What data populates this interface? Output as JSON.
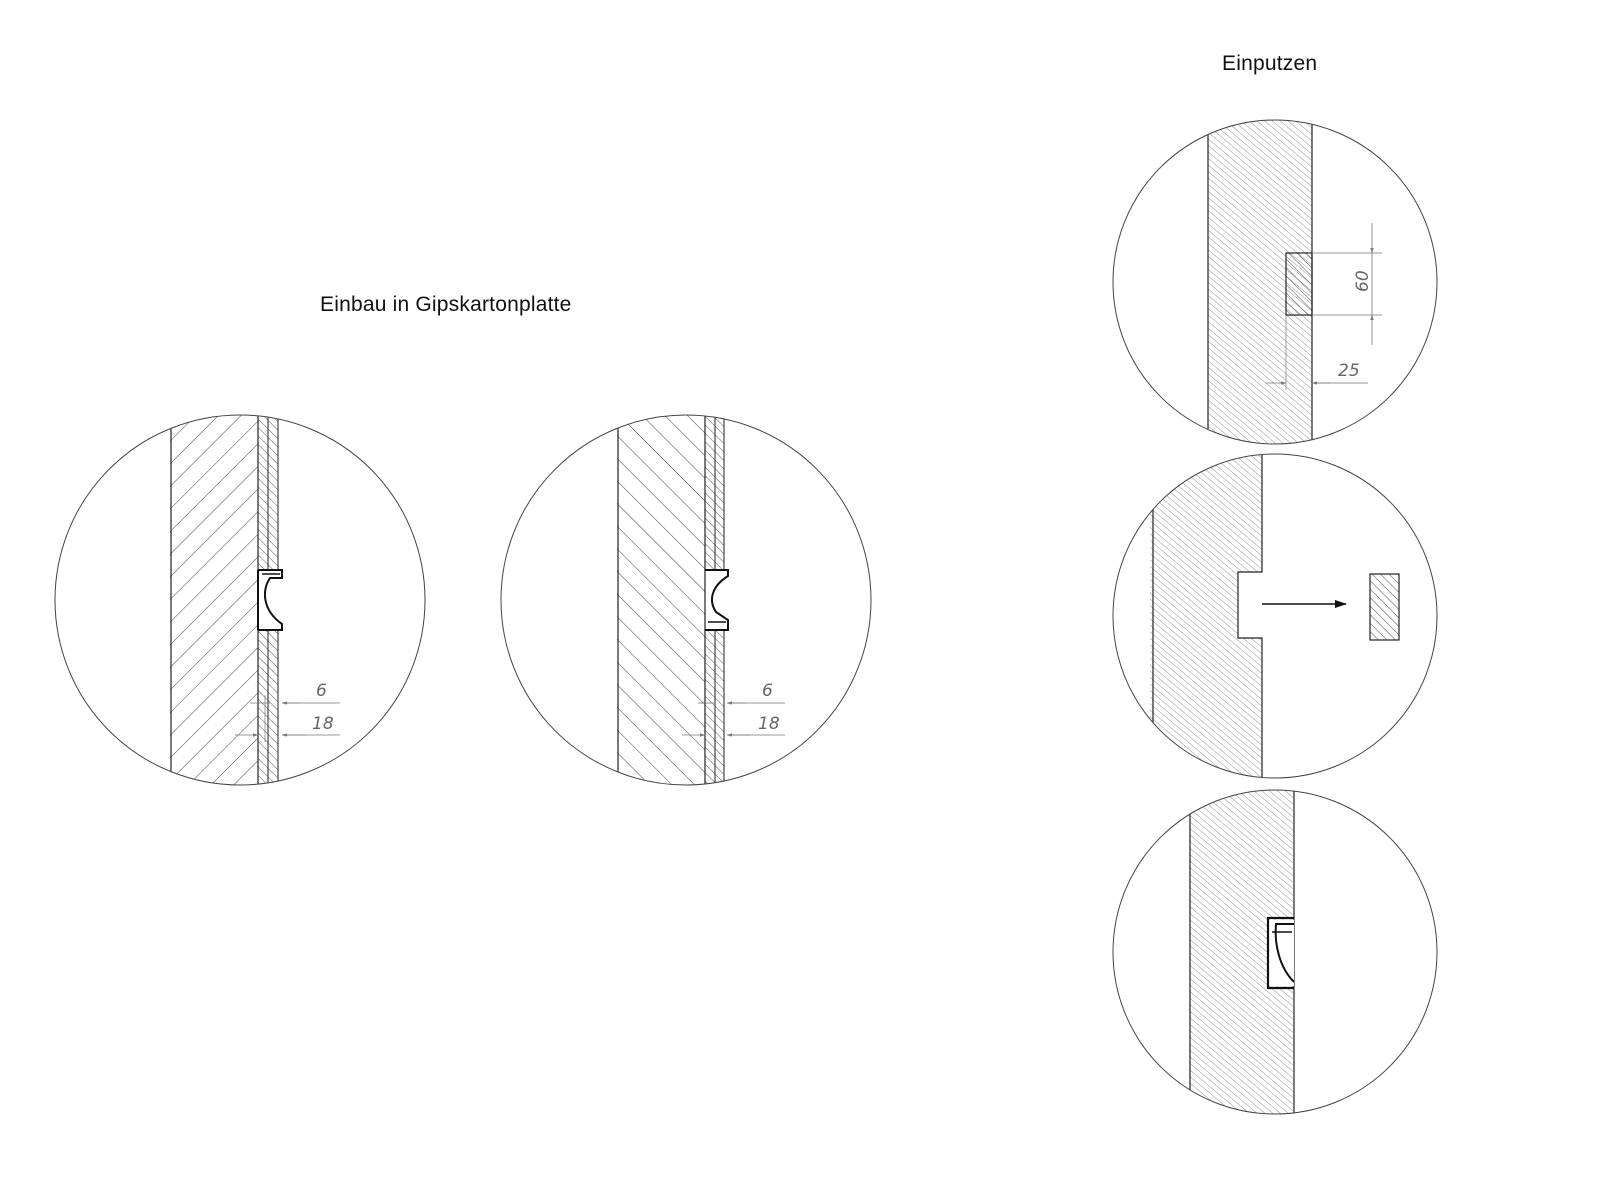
{
  "headings": {
    "left": "Einbau in Gipskartonplatte",
    "right": "Einputzen"
  },
  "details": {
    "drywall_1": {
      "dim_inner": "6",
      "dim_outer": "18"
    },
    "drywall_2": {
      "dim_inner": "6",
      "dim_outer": "18"
    },
    "plaster_1": {
      "dim_height": "60",
      "dim_depth": "25"
    },
    "plaster_2": {},
    "plaster_3": {}
  },
  "colors": {
    "line": "#222222",
    "dim": "#777777",
    "hatch": "#444444"
  }
}
